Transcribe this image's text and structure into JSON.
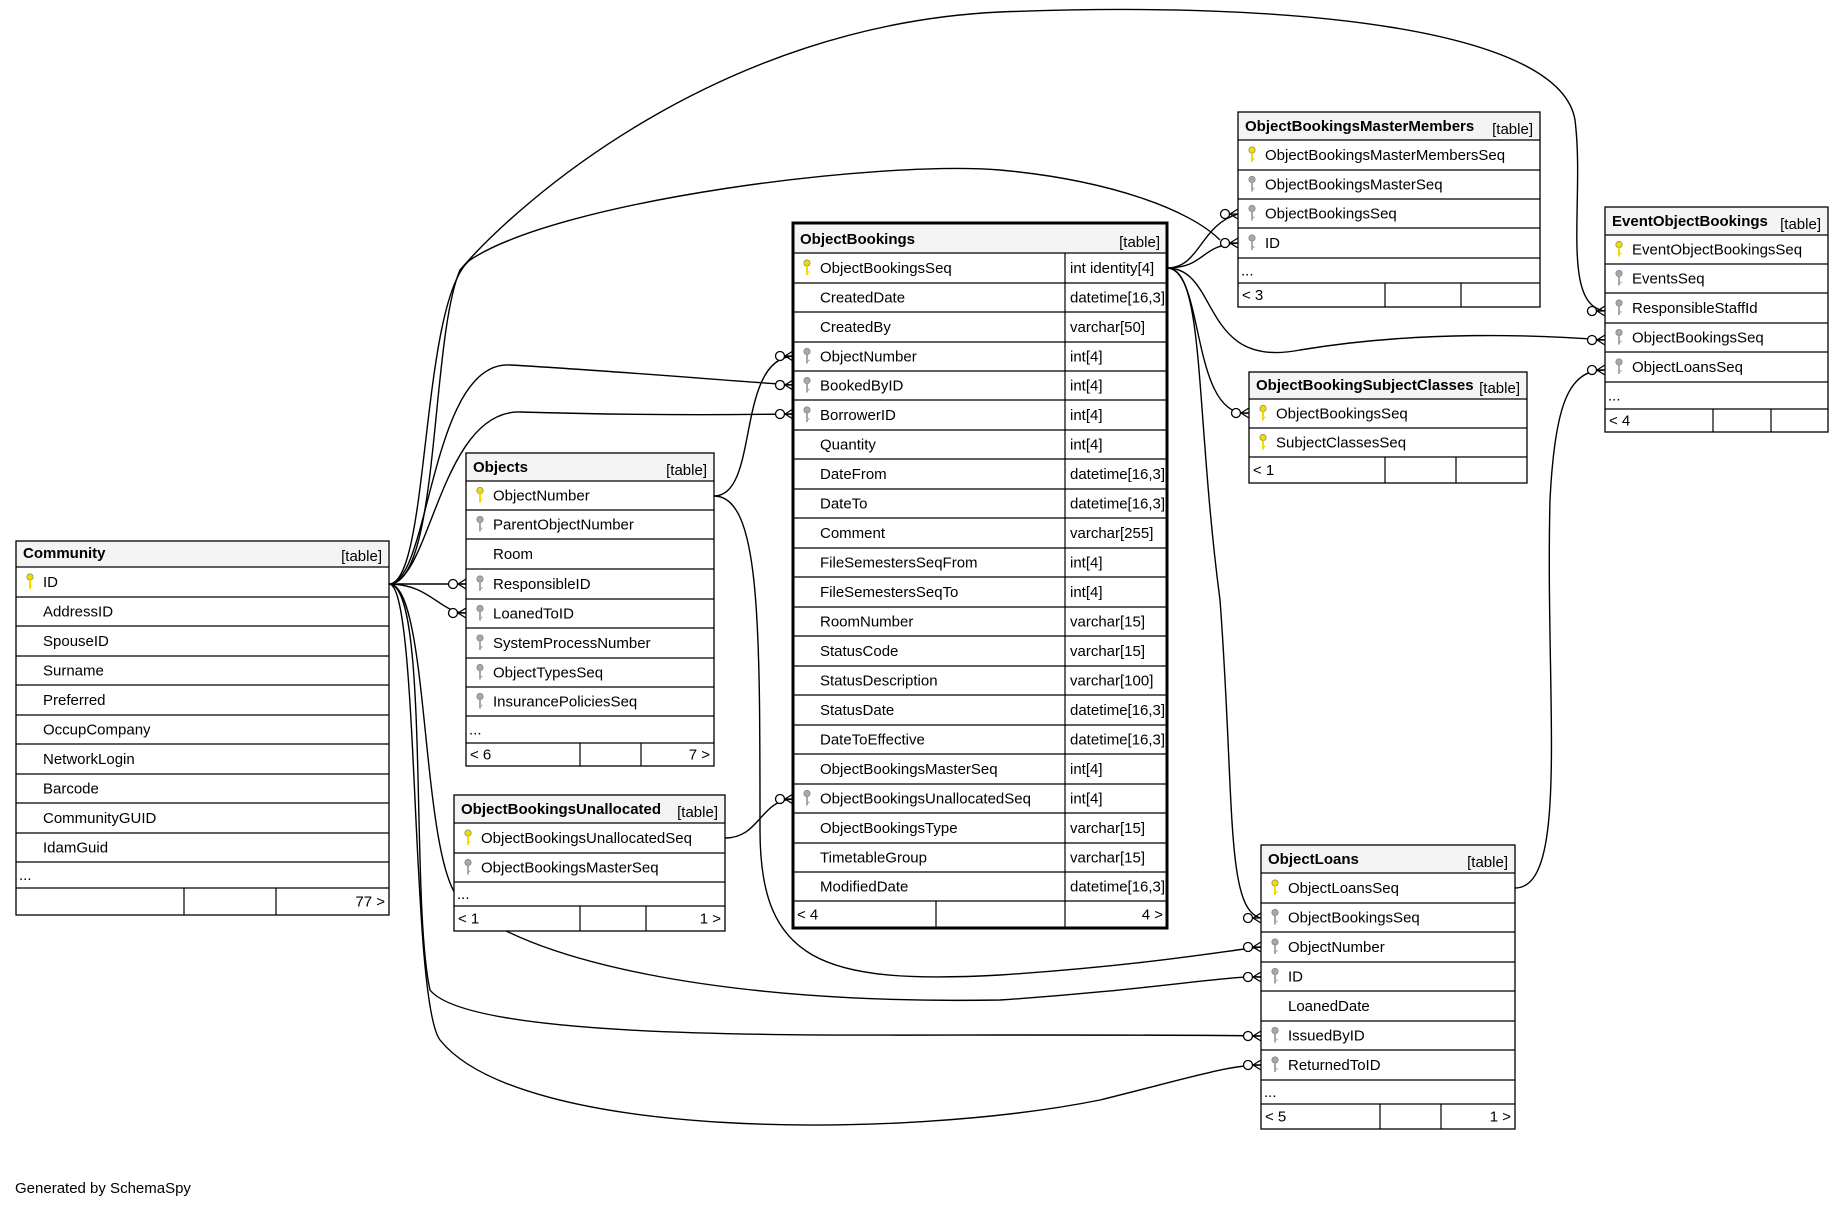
{
  "footer": "Generated by SchemaSpy",
  "colors": {
    "line": "#000000",
    "header_bg": "#f4f4f4",
    "primary_key": "#f0dc00",
    "foreign_key": "#a8a8a8"
  },
  "tables": [
    {
      "id": "community",
      "name": "Community",
      "type": "[table]",
      "columns": [
        {
          "name": "ID",
          "key": "pk"
        },
        {
          "name": "AddressID",
          "key": ""
        },
        {
          "name": "SpouseID",
          "key": ""
        },
        {
          "name": "Surname",
          "key": ""
        },
        {
          "name": "Preferred",
          "key": ""
        },
        {
          "name": "OccupCompany",
          "key": ""
        },
        {
          "name": "NetworkLogin",
          "key": ""
        },
        {
          "name": "Barcode",
          "key": ""
        },
        {
          "name": "CommunityGUID",
          "key": ""
        },
        {
          "name": "IdamGuid",
          "key": ""
        }
      ],
      "more": "...",
      "footer": [
        "",
        "",
        "77 >"
      ]
    },
    {
      "id": "objects",
      "name": "Objects",
      "type": "[table]",
      "columns": [
        {
          "name": "ObjectNumber",
          "key": "pk"
        },
        {
          "name": "ParentObjectNumber",
          "key": "fk"
        },
        {
          "name": "Room",
          "key": ""
        },
        {
          "name": "ResponsibleID",
          "key": "fk"
        },
        {
          "name": "LoanedToID",
          "key": "fk"
        },
        {
          "name": "SystemProcessNumber",
          "key": "fk"
        },
        {
          "name": "ObjectTypesSeq",
          "key": "fk"
        },
        {
          "name": "InsurancePoliciesSeq",
          "key": "fk"
        }
      ],
      "more": "...",
      "footer": [
        "< 6",
        "",
        "7 >"
      ]
    },
    {
      "id": "unallocated",
      "name": "ObjectBookingsUnallocated",
      "type": "[table]",
      "columns": [
        {
          "name": "ObjectBookingsUnallocatedSeq",
          "key": "pk"
        },
        {
          "name": "ObjectBookingsMasterSeq",
          "key": "fk"
        }
      ],
      "more": "...",
      "footer": [
        "< 1",
        "",
        "1 >"
      ]
    },
    {
      "id": "bookings",
      "name": "ObjectBookings",
      "type": "[table]",
      "columns": [
        {
          "name": "ObjectBookingsSeq",
          "type": "int identity[4]",
          "key": "pk"
        },
        {
          "name": "CreatedDate",
          "type": "datetime[16,3]",
          "key": ""
        },
        {
          "name": "CreatedBy",
          "type": "varchar[50]",
          "key": ""
        },
        {
          "name": "ObjectNumber",
          "type": "int[4]",
          "key": "fk"
        },
        {
          "name": "BookedByID",
          "type": "int[4]",
          "key": "fk"
        },
        {
          "name": "BorrowerID",
          "type": "int[4]",
          "key": "fk"
        },
        {
          "name": "Quantity",
          "type": "int[4]",
          "key": ""
        },
        {
          "name": "DateFrom",
          "type": "datetime[16,3]",
          "key": ""
        },
        {
          "name": "DateTo",
          "type": "datetime[16,3]",
          "key": ""
        },
        {
          "name": "Comment",
          "type": "varchar[255]",
          "key": ""
        },
        {
          "name": "FileSemestersSeqFrom",
          "type": "int[4]",
          "key": ""
        },
        {
          "name": "FileSemestersSeqTo",
          "type": "int[4]",
          "key": ""
        },
        {
          "name": "RoomNumber",
          "type": "varchar[15]",
          "key": ""
        },
        {
          "name": "StatusCode",
          "type": "varchar[15]",
          "key": ""
        },
        {
          "name": "StatusDescription",
          "type": "varchar[100]",
          "key": ""
        },
        {
          "name": "StatusDate",
          "type": "datetime[16,3]",
          "key": ""
        },
        {
          "name": "DateToEffective",
          "type": "datetime[16,3]",
          "key": ""
        },
        {
          "name": "ObjectBookingsMasterSeq",
          "type": "int[4]",
          "key": ""
        },
        {
          "name": "ObjectBookingsUnallocatedSeq",
          "type": "int[4]",
          "key": "fk"
        },
        {
          "name": "ObjectBookingsType",
          "type": "varchar[15]",
          "key": ""
        },
        {
          "name": "TimetableGroup",
          "type": "varchar[15]",
          "key": ""
        },
        {
          "name": "ModifiedDate",
          "type": "datetime[16,3]",
          "key": ""
        }
      ],
      "footer": [
        "< 4",
        "",
        "4 >"
      ]
    },
    {
      "id": "master",
      "name": "ObjectBookingsMasterMembers",
      "type": "[table]",
      "columns": [
        {
          "name": "ObjectBookingsMasterMembersSeq",
          "key": "pk"
        },
        {
          "name": "ObjectBookingsMasterSeq",
          "key": "fk"
        },
        {
          "name": "ObjectBookingsSeq",
          "key": "fk"
        },
        {
          "name": "ID",
          "key": "fk"
        }
      ],
      "more": "...",
      "footer": [
        "< 3",
        "",
        ""
      ]
    },
    {
      "id": "subject",
      "name": "ObjectBookingSubjectClasses",
      "type": "[table]",
      "columns": [
        {
          "name": "ObjectBookingsSeq",
          "key": "pk"
        },
        {
          "name": "SubjectClassesSeq",
          "key": "pk"
        }
      ],
      "footer": [
        "< 1",
        "",
        ""
      ]
    },
    {
      "id": "event",
      "name": "EventObjectBookings",
      "type": "[table]",
      "columns": [
        {
          "name": "EventObjectBookingsSeq",
          "key": "pk"
        },
        {
          "name": "EventsSeq",
          "key": "fk"
        },
        {
          "name": "ResponsibleStaffId",
          "key": "fk"
        },
        {
          "name": "ObjectBookingsSeq",
          "key": "fk"
        },
        {
          "name": "ObjectLoansSeq",
          "key": "fk"
        }
      ],
      "more": "...",
      "footer": [
        "< 4",
        "",
        ""
      ]
    },
    {
      "id": "loans",
      "name": "ObjectLoans",
      "type": "[table]",
      "columns": [
        {
          "name": "ObjectLoansSeq",
          "key": "pk"
        },
        {
          "name": "ObjectBookingsSeq",
          "key": "fk"
        },
        {
          "name": "ObjectNumber",
          "key": "fk"
        },
        {
          "name": "ID",
          "key": "fk"
        },
        {
          "name": "LoanedDate",
          "key": ""
        },
        {
          "name": "IssuedByID",
          "key": "fk"
        },
        {
          "name": "ReturnedToID",
          "key": "fk"
        }
      ],
      "more": "...",
      "footer": [
        "< 5",
        "",
        "1 >"
      ]
    }
  ]
}
